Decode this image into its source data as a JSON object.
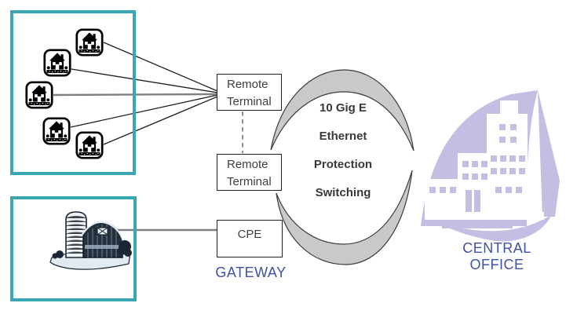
{
  "diagram": {
    "type": "network-topology",
    "description": "Access network diagram: homes and farm connect via remote terminals and CPE gateway to a 10 Gig E Ethernet protection switching ring terminating at the central office"
  },
  "groups": {
    "homes": {
      "name": "homes-group",
      "house_count": 5,
      "icon": "house-icon"
    },
    "farm": {
      "name": "farm-group",
      "icon": "barn-icon"
    }
  },
  "nodes": {
    "remote_terminal_1": {
      "label": "Remote Terminal"
    },
    "remote_terminal_2": {
      "label": "Remote Terminal"
    },
    "cpe": {
      "label": "CPE"
    }
  },
  "ring": {
    "lines": [
      "10 Gig E",
      "Ethernet",
      "Protection",
      "Switching"
    ]
  },
  "labels": {
    "gateway": "GATEWAY",
    "central_office": "CENTRAL OFFICE"
  },
  "icons": {
    "house": "house-icon",
    "barn": "barn-icon",
    "central_office_building": "office-building-icon"
  },
  "colors": {
    "group_border_teal": "#3AA6B2",
    "label_blue": "#3E51A6",
    "ring_fill": "#C9C9C9",
    "ring_stroke": "#3C3C3C",
    "lavender": "#C5BEE3",
    "line_dark": "#1F1F1F",
    "line_gray": "#7F7F7F",
    "dashed_link": "#6B8094",
    "node_text": "#3F3F3F"
  }
}
